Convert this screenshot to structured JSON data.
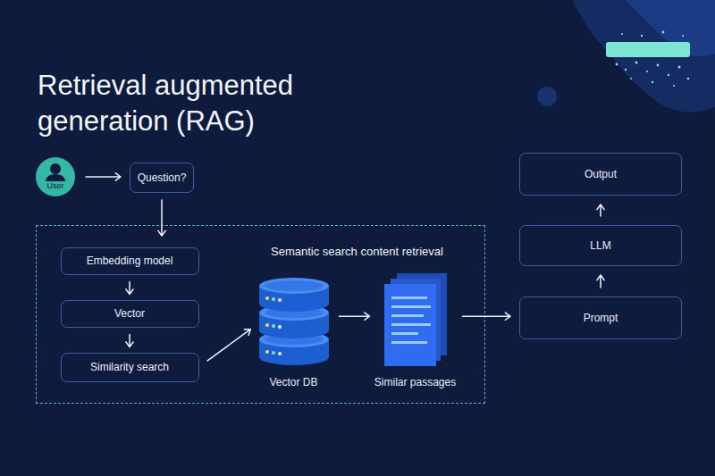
{
  "diagram": {
    "title": "Retrieval augmented generation (RAG)",
    "nodes": [
      {
        "text": [
          "User"
        ]
      },
      {
        "text": [
          "Question?"
        ]
      },
      {
        "text": [
          "Semantic search content retrieval"
        ]
      },
      {
        "text": [
          "Embedding model"
        ],
        "in": 2
      },
      {
        "text": [
          "Vector"
        ],
        "in": 2
      },
      {
        "text": [
          "Similarity search"
        ],
        "in": 2
      },
      {
        "text": [
          "Vector DB"
        ],
        "in": 2
      },
      {
        "text": [
          "Similar passages"
        ],
        "in": 2
      },
      {
        "text": [
          "Prompt"
        ]
      },
      {
        "text": [
          "LLM"
        ]
      },
      {
        "text": [
          "Output"
        ]
      }
    ],
    "edges": [
      {
        "from": 0,
        "to": 1,
        "arrow": "to"
      },
      {
        "from": 1,
        "to": 2,
        "arrow": "to"
      },
      {
        "from": 3,
        "to": 4,
        "arrow": "to"
      },
      {
        "from": 4,
        "to": 5,
        "arrow": "to"
      },
      {
        "from": 5,
        "to": 6,
        "arrow": "to"
      },
      {
        "from": 6,
        "to": 7,
        "arrow": "to"
      },
      {
        "from": 7,
        "to": 8,
        "arrow": "to"
      },
      {
        "from": 8,
        "to": 9,
        "arrow": "to"
      },
      {
        "from": 9,
        "to": 10,
        "arrow": "to"
      }
    ]
  }
}
